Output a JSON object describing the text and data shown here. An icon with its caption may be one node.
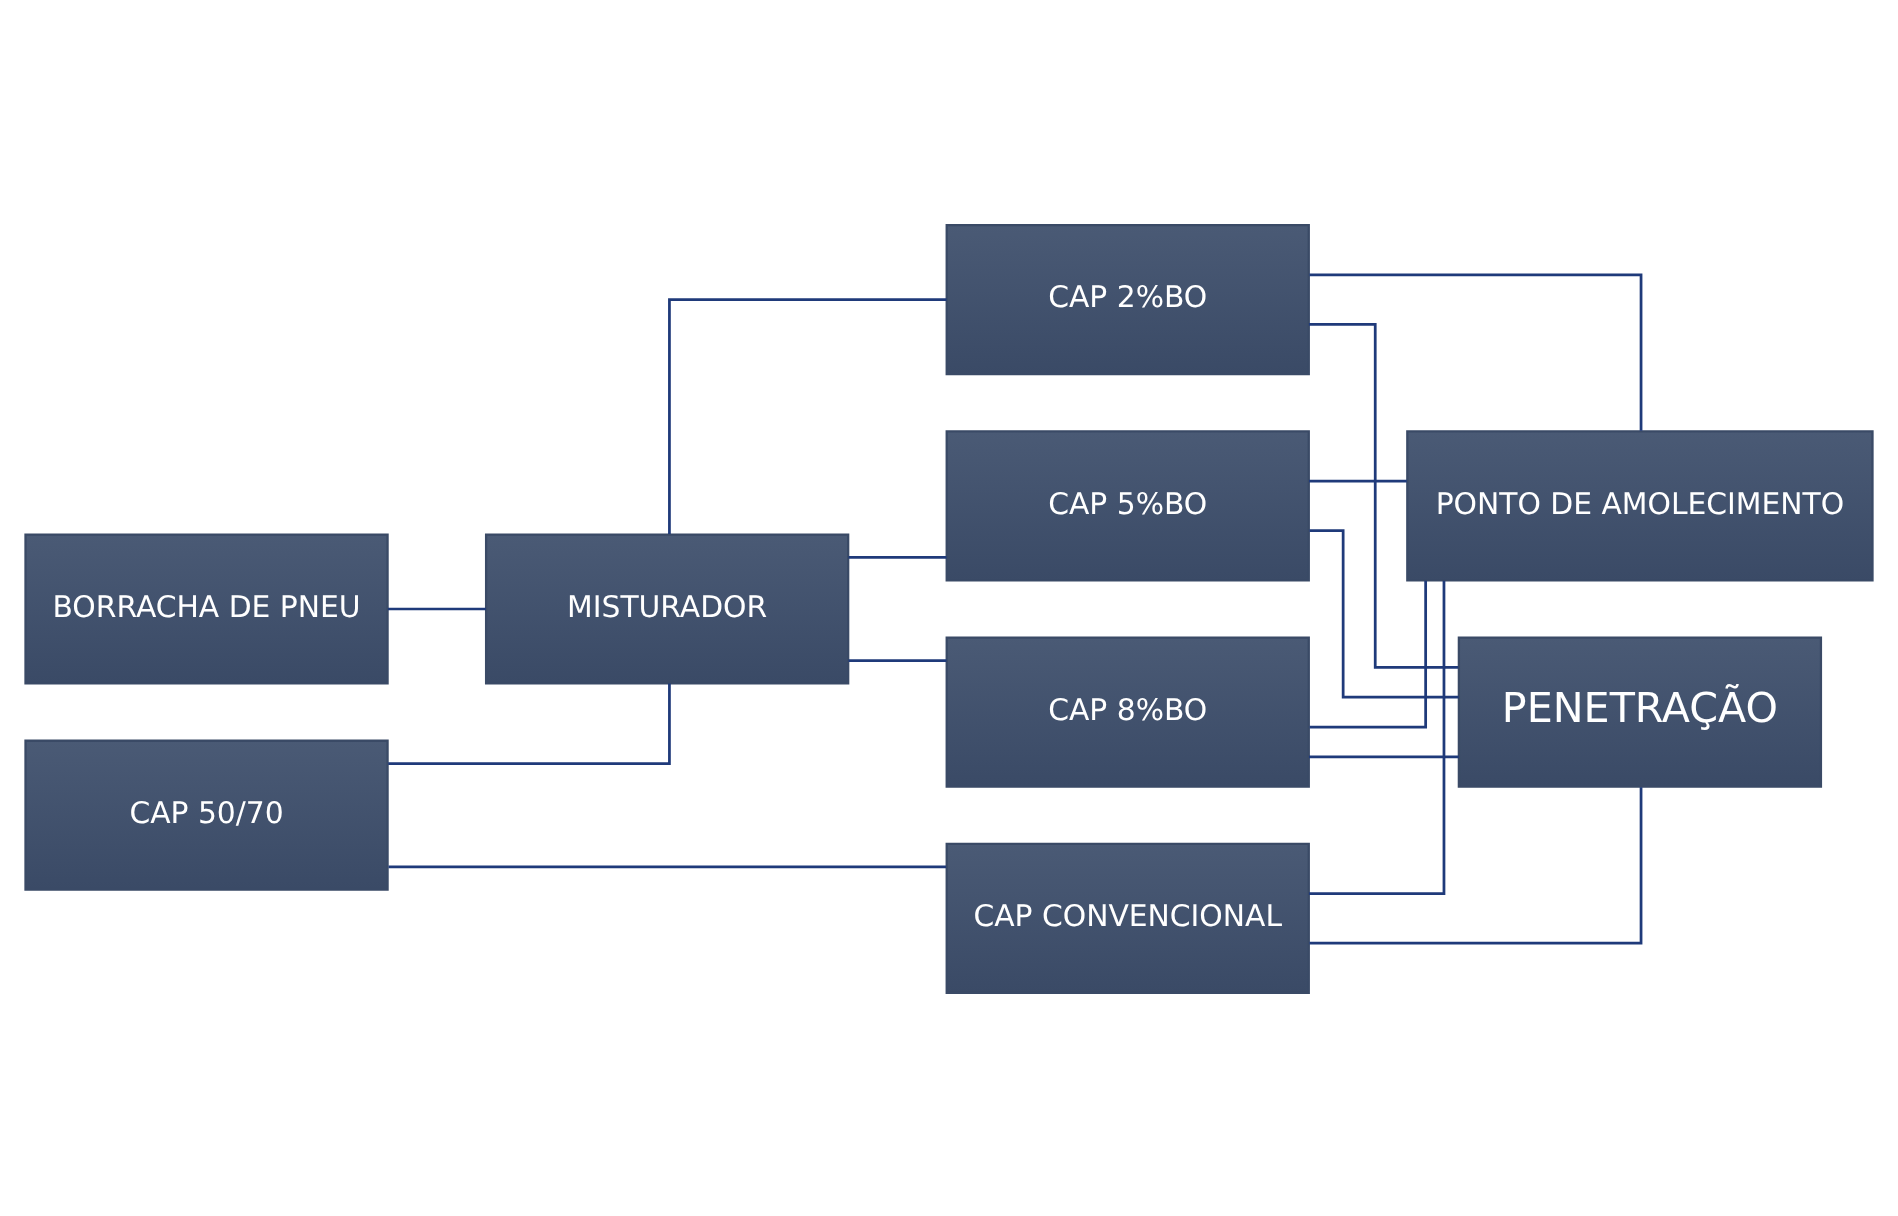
{
  "diagram": {
    "nodes": [
      {
        "text": [
          "CAP 50/70"
        ]
      },
      {
        "text": [
          "BORRACHA DE PNEU"
        ]
      },
      {
        "text": [
          "MISTURADOR"
        ]
      },
      {
        "text": [
          "CAP 2%BO"
        ]
      },
      {
        "text": [
          "CAP 5%BO"
        ]
      },
      {
        "text": [
          "CAP 8%BO"
        ]
      },
      {
        "text": [
          "CAP CONVENCIONAL"
        ]
      },
      {
        "text": [
          "PONTO DE AMOLECIMENTO"
        ]
      },
      {
        "text": [
          "PENETRAÇÃO"
        ]
      }
    ],
    "edges": [
      {
        "from": 0,
        "to": 2,
        "arrow": "none"
      },
      {
        "from": 1,
        "to": 2,
        "arrow": "none"
      },
      {
        "from": 2,
        "to": 3,
        "arrow": "none"
      },
      {
        "from": 2,
        "to": 4,
        "arrow": "none"
      },
      {
        "from": 2,
        "to": 5,
        "arrow": "none"
      },
      {
        "from": 0,
        "to": 6,
        "arrow": "none"
      },
      {
        "from": 3,
        "to": 7,
        "arrow": "none"
      },
      {
        "from": 3,
        "to": 8,
        "arrow": "none"
      },
      {
        "from": 4,
        "to": 7,
        "arrow": "none"
      },
      {
        "from": 4,
        "to": 8,
        "arrow": "none"
      },
      {
        "from": 5,
        "to": 7,
        "arrow": "none"
      },
      {
        "from": 5,
        "to": 8,
        "arrow": "none"
      },
      {
        "from": 6,
        "to": 7,
        "arrow": "none"
      },
      {
        "from": 6,
        "to": 8,
        "arrow": "none"
      }
    ]
  }
}
